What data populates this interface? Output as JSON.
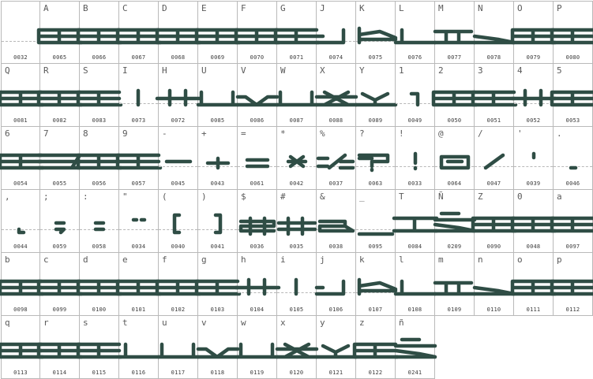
{
  "theme": {
    "glyph_color": "#2f4d45",
    "grid_color": "#b9b9b9"
  },
  "rows": [
    [
      {
        "label": "",
        "code": "0032",
        "shape": "blank"
      },
      {
        "label": "A",
        "code": "0065",
        "shape": "wide"
      },
      {
        "label": "B",
        "code": "0066",
        "shape": "wide"
      },
      {
        "label": "C",
        "code": "0067",
        "shape": "wide"
      },
      {
        "label": "D",
        "code": "0068",
        "shape": "wide"
      },
      {
        "label": "E",
        "code": "0069",
        "shape": "wide"
      },
      {
        "label": "F",
        "code": "0070",
        "shape": "wide"
      },
      {
        "label": "G",
        "code": "0071",
        "shape": "wide"
      },
      {
        "label": "J",
        "code": "0074",
        "shape": "lhook"
      },
      {
        "label": "K",
        "code": "0075",
        "shape": "kshape"
      },
      {
        "label": "L",
        "code": "0076",
        "shape": "lshape"
      },
      {
        "label": "M",
        "code": "0077",
        "shape": "mshape"
      },
      {
        "label": "N",
        "code": "0078",
        "shape": "nshape"
      },
      {
        "label": "O",
        "code": "0079",
        "shape": "wide"
      },
      {
        "label": "P",
        "code": "0080",
        "shape": "wide"
      }
    ],
    [
      {
        "label": "Q",
        "code": "0081",
        "shape": "wide"
      },
      {
        "label": "R",
        "code": "0082",
        "shape": "wide"
      },
      {
        "label": "S",
        "code": "0083",
        "shape": "wide"
      },
      {
        "label": "I",
        "code": "0073",
        "shape": "bar"
      },
      {
        "label": "H",
        "code": "0072",
        "shape": "hshape"
      },
      {
        "label": "U",
        "code": "0085",
        "shape": "ushape"
      },
      {
        "label": "V",
        "code": "0086",
        "shape": "vshape"
      },
      {
        "label": "W",
        "code": "0087",
        "shape": "ushape"
      },
      {
        "label": "X",
        "code": "0088",
        "shape": "xshape"
      },
      {
        "label": "Y",
        "code": "0089",
        "shape": "yshape"
      },
      {
        "label": "1",
        "code": "0049",
        "shape": "one"
      },
      {
        "label": "2",
        "code": "0050",
        "shape": "wide"
      },
      {
        "label": "3",
        "code": "0051",
        "shape": "wide"
      },
      {
        "label": "4",
        "code": "0052",
        "shape": "hshape"
      },
      {
        "label": "5",
        "code": "0053",
        "shape": "wide"
      }
    ],
    [
      {
        "label": "6",
        "code": "0054",
        "shape": "wide"
      },
      {
        "label": "7",
        "code": "0055",
        "shape": "seven"
      },
      {
        "label": "8",
        "code": "0056",
        "shape": "wide"
      },
      {
        "label": "9",
        "code": "0057",
        "shape": "wide"
      },
      {
        "label": "-",
        "code": "0045",
        "shape": "dash"
      },
      {
        "label": "+",
        "code": "0043",
        "shape": "plus"
      },
      {
        "label": "=",
        "code": "0061",
        "shape": "equals"
      },
      {
        "label": "*",
        "code": "0042",
        "shape": "star"
      },
      {
        "label": "%",
        "code": "0037",
        "shape": "percent"
      },
      {
        "label": "?",
        "code": "0063",
        "shape": "question"
      },
      {
        "label": "!",
        "code": "0033",
        "shape": "exclaim"
      },
      {
        "label": "@",
        "code": "0064",
        "shape": "at"
      },
      {
        "label": "/",
        "code": "0047",
        "shape": "slash"
      },
      {
        "label": "'",
        "code": "0039",
        "shape": "tick"
      },
      {
        "label": ".",
        "code": "0046",
        "shape": "dot"
      }
    ],
    [
      {
        "label": ",",
        "code": "0044",
        "shape": "comma"
      },
      {
        "label": ";",
        "code": "0059",
        "shape": "semicolon"
      },
      {
        "label": ":",
        "code": "0058",
        "shape": "colon"
      },
      {
        "label": "\"",
        "code": "0034",
        "shape": "quote"
      },
      {
        "label": "(",
        "code": "0040",
        "shape": "lparen"
      },
      {
        "label": ")",
        "code": "0041",
        "shape": "rparen"
      },
      {
        "label": "$",
        "code": "0036",
        "shape": "dollar"
      },
      {
        "label": "#",
        "code": "0035",
        "shape": "hash"
      },
      {
        "label": "&",
        "code": "0038",
        "shape": "amp"
      },
      {
        "label": "_",
        "code": "0095",
        "shape": "underscore"
      },
      {
        "label": "T",
        "code": "0084",
        "shape": "tshape"
      },
      {
        "label": "Ñ",
        "code": "0209",
        "shape": "ntilde"
      },
      {
        "label": "Z",
        "code": "0090",
        "shape": "wide"
      },
      {
        "label": "0",
        "code": "0048",
        "shape": "wide"
      },
      {
        "label": "a",
        "code": "0097",
        "shape": "wide"
      }
    ],
    [
      {
        "label": "b",
        "code": "0098",
        "shape": "wide"
      },
      {
        "label": "c",
        "code": "0099",
        "shape": "wide"
      },
      {
        "label": "d",
        "code": "0100",
        "shape": "wide"
      },
      {
        "label": "e",
        "code": "0101",
        "shape": "wide"
      },
      {
        "label": "f",
        "code": "0102",
        "shape": "wide"
      },
      {
        "label": "g",
        "code": "0103",
        "shape": "wide"
      },
      {
        "label": "h",
        "code": "0104",
        "shape": "hshape"
      },
      {
        "label": "i",
        "code": "0105",
        "shape": "bar"
      },
      {
        "label": "j",
        "code": "0106",
        "shape": "lhook"
      },
      {
        "label": "k",
        "code": "0107",
        "shape": "kshape"
      },
      {
        "label": "l",
        "code": "0108",
        "shape": "lshape"
      },
      {
        "label": "m",
        "code": "0109",
        "shape": "mshape"
      },
      {
        "label": "n",
        "code": "0110",
        "shape": "nshape"
      },
      {
        "label": "o",
        "code": "0111",
        "shape": "wide"
      },
      {
        "label": "p",
        "code": "0112",
        "shape": "wide"
      }
    ],
    [
      {
        "label": "q",
        "code": "0113",
        "shape": "wide"
      },
      {
        "label": "r",
        "code": "0114",
        "shape": "wide"
      },
      {
        "label": "s",
        "code": "0115",
        "shape": "wide"
      },
      {
        "label": "t",
        "code": "0116",
        "shape": "lshape"
      },
      {
        "label": "u",
        "code": "0117",
        "shape": "ushape"
      },
      {
        "label": "v",
        "code": "0118",
        "shape": "vshape"
      },
      {
        "label": "w",
        "code": "0119",
        "shape": "ushape"
      },
      {
        "label": "x",
        "code": "0120",
        "shape": "xshape"
      },
      {
        "label": "y",
        "code": "0121",
        "shape": "yshape"
      },
      {
        "label": "z",
        "code": "0122",
        "shape": "wide"
      },
      {
        "label": "ñ",
        "code": "0241",
        "shape": "ntilde"
      }
    ]
  ]
}
